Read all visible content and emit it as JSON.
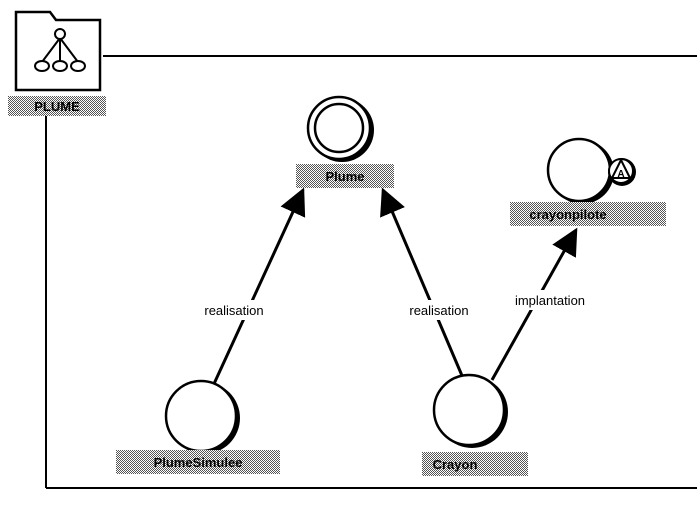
{
  "package": {
    "name": "PLUME",
    "icon": "class-category-icon"
  },
  "nodes": [
    {
      "id": "plume",
      "label": "Plume",
      "kind": "abstract-class"
    },
    {
      "id": "crayonpilote",
      "label": "crayonpilote",
      "kind": "class-with-adornment",
      "adornment": "A"
    },
    {
      "id": "plumesimulee",
      "label": "PlumeSimulee",
      "kind": "class"
    },
    {
      "id": "crayon",
      "label": "Crayon",
      "kind": "class"
    }
  ],
  "edges": [
    {
      "from": "plumesimulee",
      "to": "plume",
      "label": "realisation"
    },
    {
      "from": "crayon",
      "to": "plume",
      "label": "realisation"
    },
    {
      "from": "crayon",
      "to": "crayonpilote",
      "label": "implantation"
    }
  ],
  "colors": {
    "stroke": "#000000",
    "label_bg": "#b4b4b4"
  }
}
